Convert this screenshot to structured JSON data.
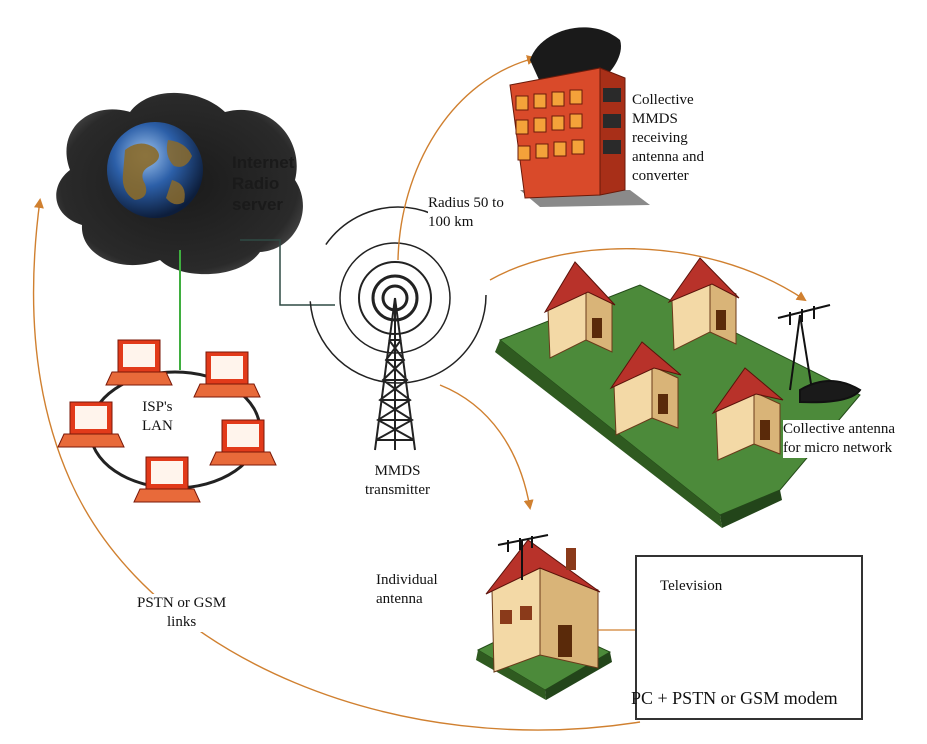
{
  "labels": {
    "internet_radio_server": "Internet\nRadio\nserver",
    "collective_mmds": "Collective\nMMDS\nreceiving\nantenna and\nconverter",
    "radius": "Radius 50 to\n100 km",
    "isp_lan": "ISP's\nLAN",
    "mmds_transmitter": "MMDS\ntransmitter",
    "collective_antenna": "Collective antenna\nfor micro network",
    "individual_antenna": "Individual\nantenna",
    "pstn_links": "PSTN or GSM\nlinks",
    "television": "Television",
    "pc_modem": "PC + PSTN or GSM modem"
  },
  "colors": {
    "roof": "#b8322a",
    "wall": "#f3d9a6",
    "lawn": "#4c8a3a",
    "building": "#d94a2a",
    "laptop": "#e23a1a",
    "arc": "#e0953a",
    "globe": "#2c5fa8"
  }
}
